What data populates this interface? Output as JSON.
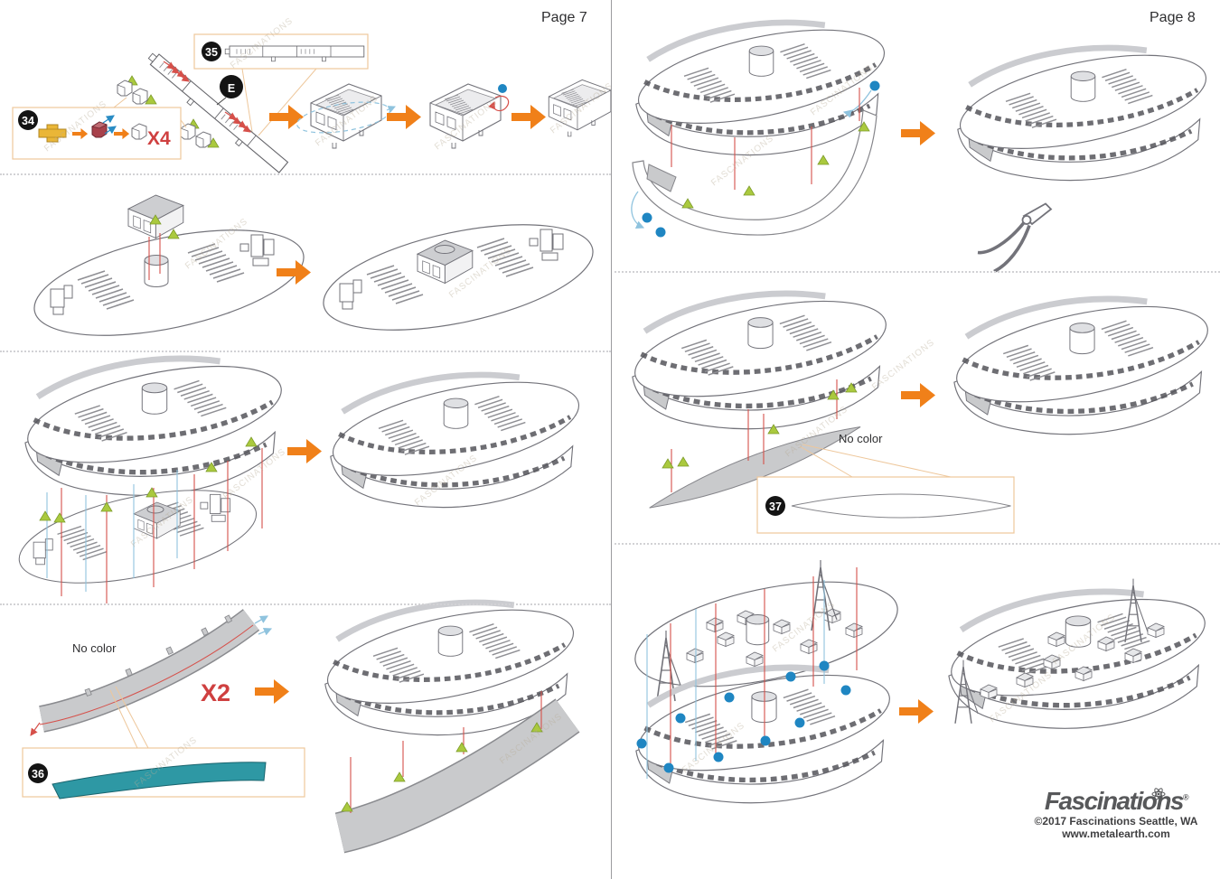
{
  "pages": {
    "left_label": "Page 7",
    "right_label": "Page 8"
  },
  "badges": {
    "s34": "34",
    "s35": "35",
    "s36": "36",
    "s37": "37",
    "part_e": "E"
  },
  "labels": {
    "x4": "X4",
    "x2": "X2",
    "no_color": "No color"
  },
  "footer": {
    "brand": "Fascinations",
    "reg": "®",
    "copyright": "©2017 Fascinations Seattle, WA",
    "website": "www.metalearth.com"
  },
  "watermark": "FASCINATIONS",
  "colors": {
    "arrow_orange": "#F08019",
    "badge_black": "#141414",
    "accent_red": "#CF4040",
    "teal_part": "#2E98A4",
    "gray_part": "#C9CACC",
    "yellow_part": "#EAB637",
    "dark_red_part": "#A8414B",
    "green_marker": "#AAC93E",
    "blue_marker": "#1F86C2",
    "callout_border": "#EEC79B",
    "line_red": "#D6504A",
    "line_blue": "#8FC3DE"
  }
}
